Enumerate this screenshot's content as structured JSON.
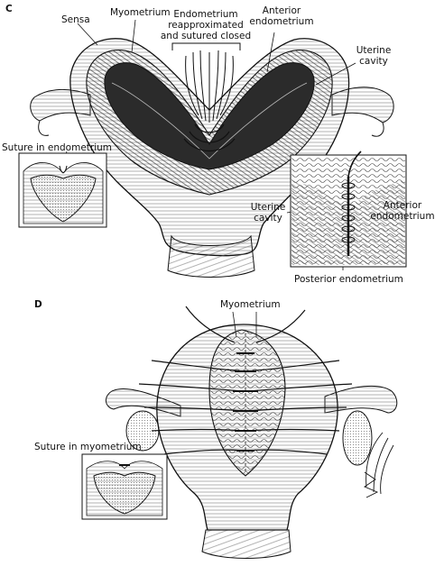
{
  "panels": {
    "c": {
      "letter": "C",
      "labels": {
        "sensa": "Sensa",
        "myometrium": "Myometrium",
        "endometrium_closed_1": "Endometrium",
        "endometrium_closed_2": "reapproximated",
        "endometrium_closed_3": "and sutured closed",
        "anterior_endometrium_1": "Anterior",
        "anterior_endometrium_2": "endometrium",
        "uterine_cavity_1": "Uterine",
        "uterine_cavity_2": "cavity",
        "suture_in_endometrium": "Suture in endometrium",
        "inset_uterine_cavity_1": "Uterine",
        "inset_uterine_cavity_2": "cavity",
        "inset_anterior_1": "Anterior",
        "inset_anterior_2": "endometrium",
        "posterior_endometrium": "Posterior endometrium"
      }
    },
    "d": {
      "letter": "D",
      "labels": {
        "myometrium": "Myometrium",
        "suture_in_myometrium": "Suture in myometrium"
      }
    }
  },
  "colors": {
    "ink": "#111111",
    "paper": "#ffffff",
    "hatch": "#555555"
  }
}
